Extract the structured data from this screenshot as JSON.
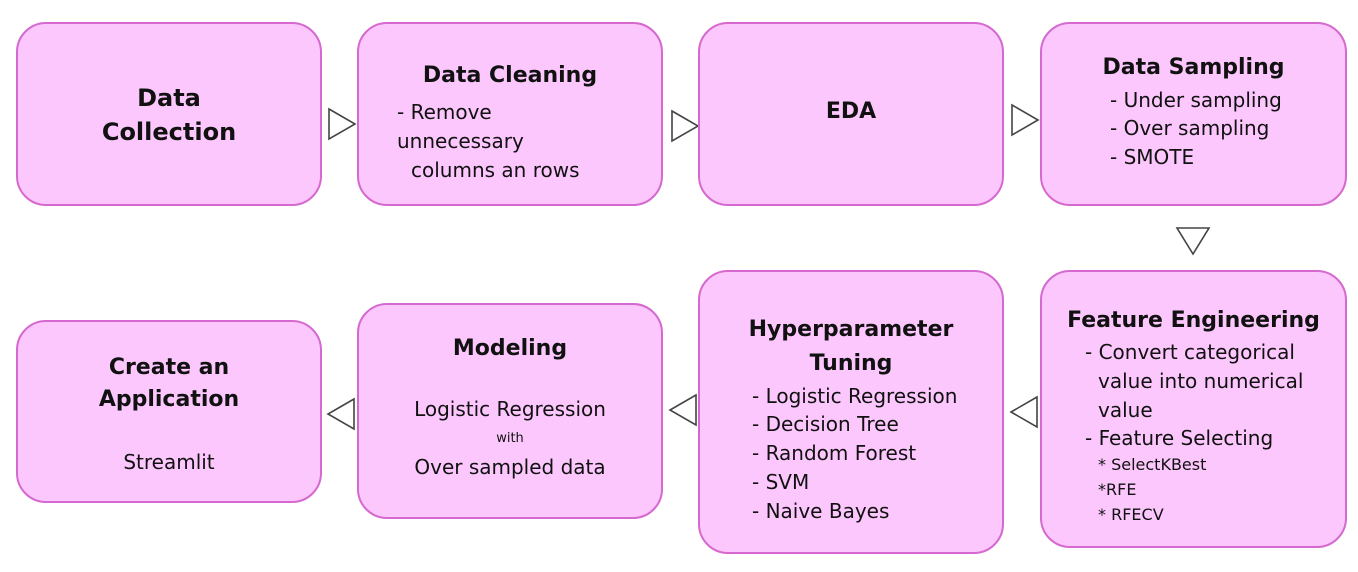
{
  "steps": {
    "data_collection": {
      "title_1": "Data",
      "title_2": "Collection"
    },
    "data_cleaning": {
      "title": "Data Cleaning",
      "lines": [
        "- Remove",
        "unnecessary",
        "columns an rows"
      ]
    },
    "eda": {
      "title": "EDA"
    },
    "data_sampling": {
      "title": "Data Sampling",
      "lines": [
        "- Under sampling",
        "- Over sampling",
        "- SMOTE"
      ]
    },
    "feature_engineering": {
      "title": "Feature Engineering",
      "lines": [
        "- Convert categorical",
        "value into numerical",
        "value",
        "- Feature Selecting"
      ],
      "sub_items": [
        "* SelectKBest",
        "*RFE",
        "* RFECV"
      ]
    },
    "hyperparameter_tuning": {
      "title_1": "Hyperparameter",
      "title_2": "Tuning",
      "lines": [
        "- Logistic Regression",
        "- Decision Tree",
        "- Random Forest",
        "- SVM",
        "- Naive Bayes"
      ]
    },
    "modeling": {
      "title": "Modeling",
      "line_1": "Logistic Regression",
      "line_2": "with",
      "line_3": "Over sampled data"
    },
    "create_application": {
      "title_1": "Create an",
      "title_2": "Application",
      "line_1": "Streamlit"
    }
  },
  "colors": {
    "box_fill": "#fcc7fc",
    "box_border": "#d569cf",
    "arrow_stroke": "#444444"
  }
}
